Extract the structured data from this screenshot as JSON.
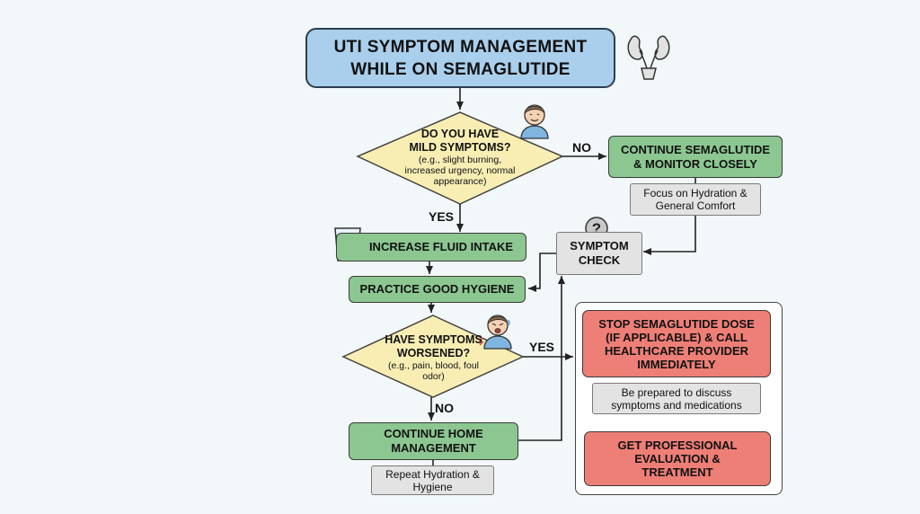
{
  "title": {
    "line1": "UTI SYMPTOM MANAGEMENT",
    "line2": "WHILE ON SEMAGLUTIDE"
  },
  "decision_mild": {
    "line1": "DO YOU HAVE",
    "line2": "MILD SYMPTOMS?",
    "sub1": "(e.g., slight burning,",
    "sub2": "increased urgency, normal",
    "sub3": "appearance)"
  },
  "decision_worse": {
    "line1": "HAVE SYMPTOMS",
    "line2": "WORSENED?",
    "sub1": "(e.g., pain, blood, foul",
    "sub2": "odor)"
  },
  "labels": {
    "no1": "NO",
    "yes1": "YES",
    "yes2": "YES",
    "no2": "NO"
  },
  "boxes": {
    "continue_sema": {
      "line1": "CONTINUE SEMAGLUTIDE",
      "line2": "& MONITOR CLOSELY"
    },
    "focus": {
      "line1": "Focus on Hydration &",
      "line2": "General Comfort"
    },
    "increase_fluid": "INCREASE FLUID INTAKE",
    "symptom_check": {
      "line1": "SYMPTOM",
      "line2": "CHECK"
    },
    "hygiene": "PRACTICE GOOD HYGIENE",
    "stop_dose": {
      "line1": "STOP SEMAGLUTIDE DOSE",
      "line2": "(IF APPLICABLE) & CALL",
      "line3": "HEALTHCARE PROVIDER",
      "line4": "IMMEDIATELY"
    },
    "prepared": {
      "line1": "Be prepared to discuss",
      "line2": "symptoms and medications"
    },
    "continue_home": {
      "line1": "CONTINUE HOME",
      "line2": "MANAGEMENT"
    },
    "repeat": {
      "line1": "Repeat Hydration &",
      "line2": "Hygiene"
    },
    "professional": {
      "line1": "GET PROFESSIONAL",
      "line2": "EVALUATION &",
      "line3": "TREATMENT"
    }
  },
  "icons": [
    "kidneys-icon",
    "calm-person-icon",
    "water-glass-icon",
    "question-icon",
    "distressed-person-icon",
    "bacteria-icon",
    "pill-icon",
    "bacteria-icon"
  ],
  "colors": {
    "title": "#a9cfec",
    "decision": "#f8eeb4",
    "action": "#8cc791",
    "note": "#e3e3e3",
    "urgent": "#ee7f77",
    "background": "#f2f8fa"
  }
}
